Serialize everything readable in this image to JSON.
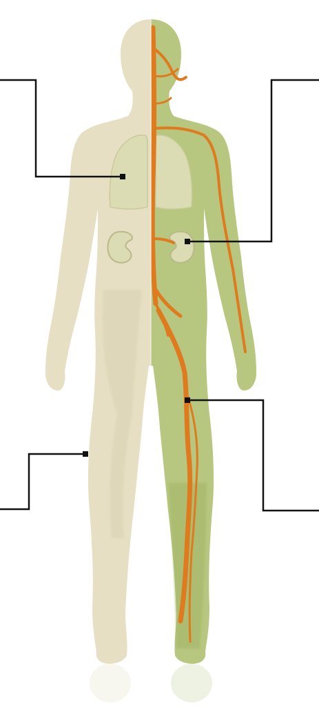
{
  "diagram": {
    "subject": "human-body-anatomy",
    "left_half": "skin-surface",
    "right_half": "internal-vessels-and-organs",
    "callouts": [
      {
        "id": "lungs",
        "side": "left"
      },
      {
        "id": "kidney",
        "side": "right"
      },
      {
        "id": "leg-surface",
        "side": "left"
      },
      {
        "id": "leg-vessel",
        "side": "right"
      }
    ]
  },
  "colors": {
    "background": "#ffffff",
    "skin": "#e6dfc3",
    "skin_shade": "#d8cfad",
    "tissue_green": "#b7c77f",
    "tissue_green_dark": "#a2b565",
    "organ_fill": "#dcdcb4",
    "organ_outline": "#c9c99a",
    "vessel": "#e07a1f",
    "leader_line": "#111111"
  }
}
